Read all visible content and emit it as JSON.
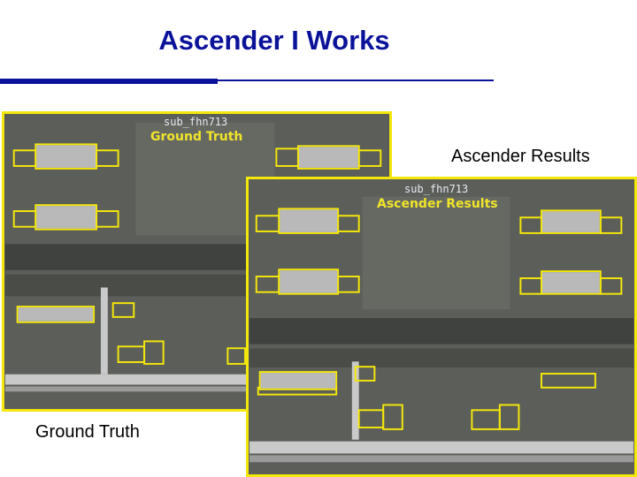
{
  "slide": {
    "title": "Ascender I Works",
    "caption_ascender": "Ascender Results",
    "caption_ground_truth": "Ground Truth"
  },
  "ground_truth_image": {
    "site_label": "sub_fhn713",
    "overlay_title": "Ground Truth"
  },
  "ascender_image": {
    "site_label": "sub_fhn713",
    "overlay_title": "Ascender Results"
  },
  "colors": {
    "title": "#0b129a",
    "rule": "#0b129a",
    "outline": "#f4e70b",
    "ground": "#555855",
    "field": "#4e524c",
    "road": "#c9c9c9",
    "roof": "#b9b9b9"
  }
}
